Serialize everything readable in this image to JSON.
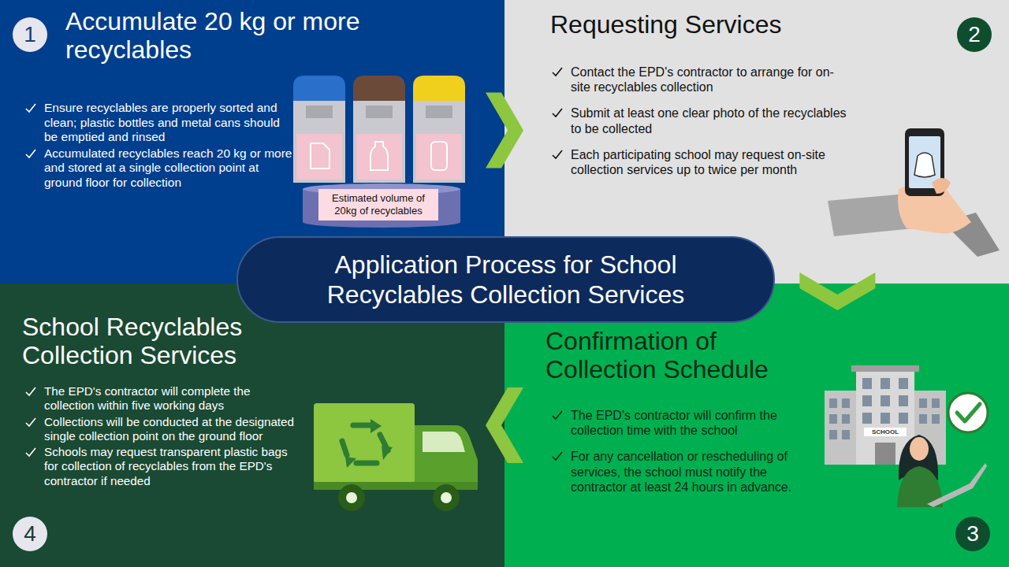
{
  "diagram": {
    "nodes": [
      {
        "text": [
          "Accumulate 20 kg or more recyclables",
          "Ensure recyclables are properly sorted and clean; plastic bottles and metal cans should be emptied and rinsed",
          "Accumulated recyclables reach 20 kg or more and stored at a single collection point at ground floor for collection"
        ]
      },
      {
        "text": [
          "1"
        ],
        "in": 0
      },
      {
        "text": [
          "Estimated volume of 20kg of recyclables"
        ],
        "in": 0
      },
      {
        "text": [
          "Requesting Services",
          "Contact the EPD's contractor to arrange for on-site recyclables collection",
          "Submit at least one clear photo of the recyclables to be collected",
          "Each participating school may request on-site collection services up to twice per month"
        ]
      },
      {
        "text": [
          "2"
        ],
        "in": 3
      },
      {
        "text": [
          "Confirmation of Collection Schedule",
          "The EPD's contractor will confirm the collection time with the school",
          "For any cancellation or rescheduling of services, the school must notify the contractor at least 24 hours in advance."
        ]
      },
      {
        "text": [
          "3"
        ],
        "in": 5
      },
      {
        "text": [
          "School Recyclables Collection Services",
          "The EPD's contractor will complete the collection within five working days",
          "Collections will be conducted at the designated single collection point on the ground floor",
          "Schools may request transparent plastic bags for collection of recyclables from the EPD's contractor if needed"
        ]
      },
      {
        "text": [
          "4"
        ],
        "in": 7
      },
      {
        "text": [
          "Application Process for School Recyclables Collection Services"
        ]
      }
    ],
    "edges": [
      {
        "from": 0,
        "to": 3,
        "arrow": "to"
      },
      {
        "from": 3,
        "to": 5,
        "arrow": "to"
      },
      {
        "from": 5,
        "to": 7,
        "arrow": "to"
      }
    ],
    "labels": [
      "SCHOOL"
    ]
  }
}
